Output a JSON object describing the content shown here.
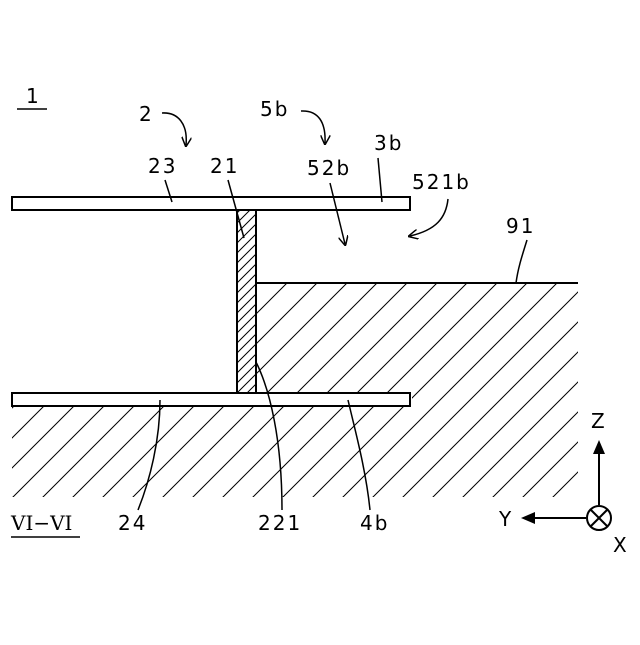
{
  "figure": {
    "id_label": "1",
    "section_label": "VI−VI"
  },
  "labels": {
    "l_2": "2",
    "l_5b": "5b",
    "l_3b": "3b",
    "l_23": "23",
    "l_21": "21",
    "l_52b": "52b",
    "l_521b": "521b",
    "l_91": "91",
    "l_24": "24",
    "l_221": "221",
    "l_4b": "4b"
  },
  "axes": {
    "z": "Z",
    "y": "Y",
    "x": "X"
  }
}
